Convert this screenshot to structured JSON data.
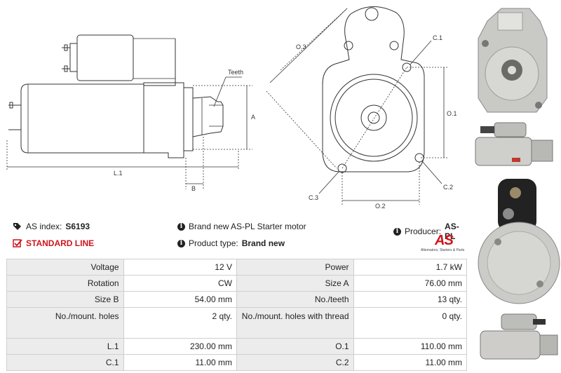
{
  "diagram": {
    "side_labels": {
      "teeth": "Teeth",
      "a": "A",
      "b": "B",
      "l1": "L.1"
    },
    "front_labels": {
      "o3": "O.3",
      "c1": "C.1",
      "o1": "O.1",
      "c2": "C.2",
      "c3": "C.3",
      "o2": "O.2"
    }
  },
  "info": {
    "as_index_label": "AS index:",
    "as_index_value": "S6193",
    "line": "STANDARD LINE",
    "description": "Brand new AS-PL Starter motor",
    "product_type_label": "Product type:",
    "product_type_value": "Brand new",
    "producer_label": "Producer:",
    "producer_value": "AS-PL",
    "logo_mark": "AS",
    "logo_tagline": "Alternators, Starters & Parts"
  },
  "specs": [
    {
      "l1": "Voltage",
      "v1": "12 V",
      "l2": "Power",
      "v2": "1.7 kW"
    },
    {
      "l1": "Rotation",
      "v1": "CW",
      "l2": "Size A",
      "v2": "76.00 mm"
    },
    {
      "l1": "Size B",
      "v1": "54.00 mm",
      "l2": "No./teeth",
      "v2": "13 qty."
    },
    {
      "l1": "No./mount. holes",
      "v1": "2 qty.",
      "l2": "No./mount. holes with thread",
      "v2": "0 qty."
    },
    {
      "l1": "L.1",
      "v1": "230.00 mm",
      "l2": "O.1",
      "v2": "110.00 mm"
    },
    {
      "l1": "C.1",
      "v1": "11.00 mm",
      "l2": "C.2",
      "v2": "11.00 mm"
    }
  ],
  "colors": {
    "accent": "#d0141c",
    "label_bg": "#ececec",
    "border": "#cfcfcf"
  }
}
